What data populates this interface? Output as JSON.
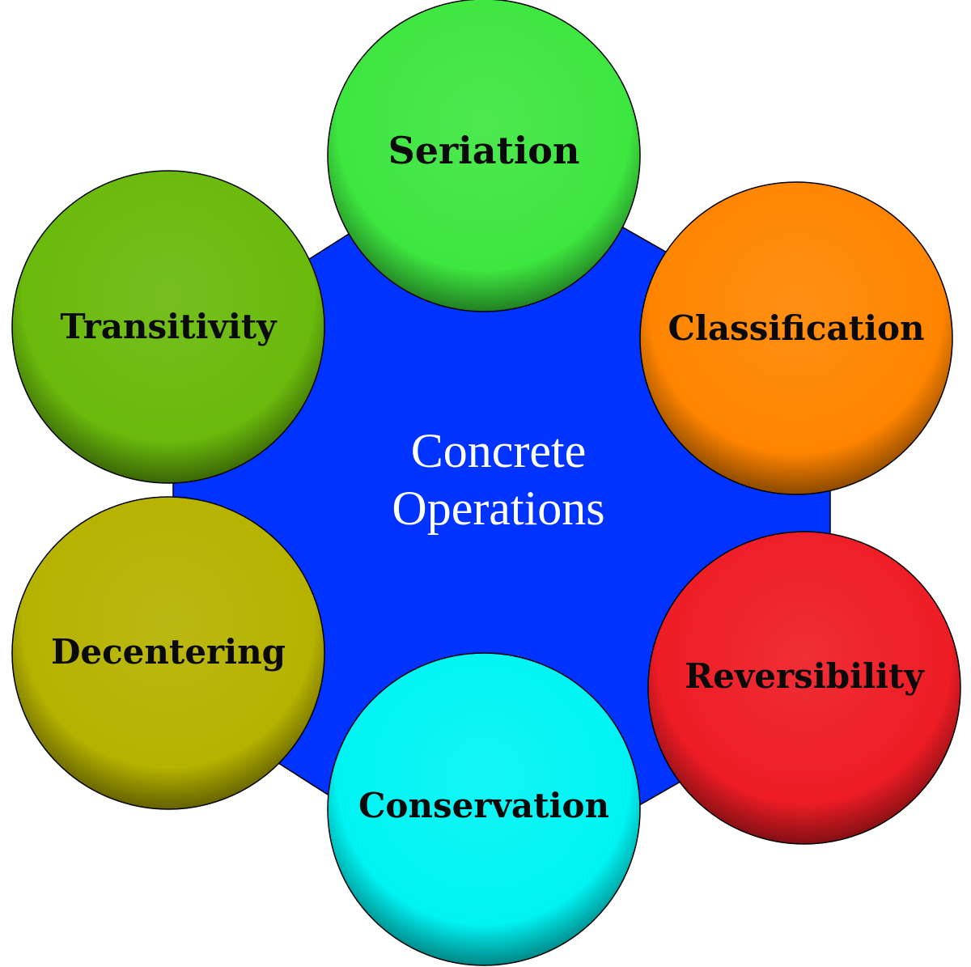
{
  "center": {
    "line1": "Concrete",
    "line2": "Operations",
    "color": "#0033ff"
  },
  "nodes": [
    {
      "label": "Seriation",
      "color": "#3ee640"
    },
    {
      "label": "Classification",
      "color": "#ff8500"
    },
    {
      "label": "Reversibility",
      "color": "#ee1c25"
    },
    {
      "label": "Conservation",
      "color": "#00f4f4"
    },
    {
      "label": "Decentering",
      "color": "#b5b200"
    },
    {
      "label": "Transitivity",
      "color": "#6ab90c"
    }
  ]
}
